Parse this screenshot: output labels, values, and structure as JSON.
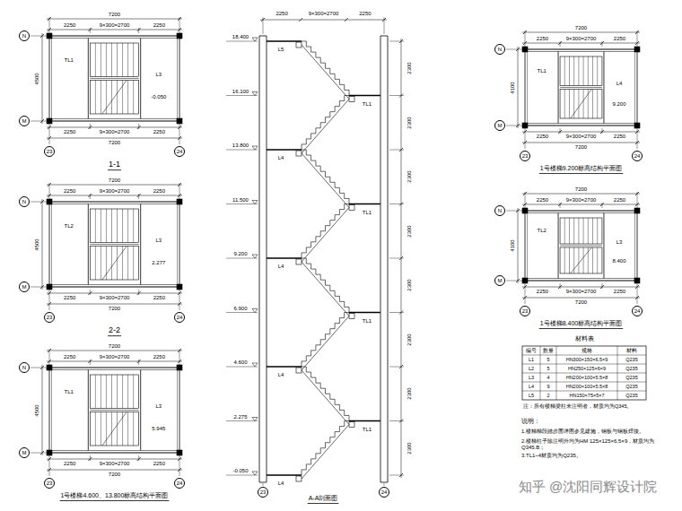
{
  "diagram": {
    "nodes": [
      {
        "text": [
          "N"
        ]
      },
      {
        "text": [
          "M"
        ]
      },
      {
        "text": [
          "23"
        ]
      },
      {
        "text": [
          "24"
        ]
      },
      {
        "text": [
          "N"
        ]
      },
      {
        "text": [
          "M"
        ]
      },
      {
        "text": [
          "23"
        ]
      },
      {
        "text": [
          "24"
        ]
      },
      {
        "text": [
          "N"
        ]
      },
      {
        "text": [
          "M"
        ]
      },
      {
        "text": [
          "23"
        ]
      },
      {
        "text": [
          "24"
        ]
      },
      {
        "text": [
          "23"
        ]
      },
      {
        "text": [
          "24"
        ]
      },
      {
        "text": [
          "N"
        ]
      },
      {
        "text": [
          "M"
        ]
      },
      {
        "text": [
          "23"
        ]
      },
      {
        "text": [
          "24"
        ]
      },
      {
        "text": [
          "N"
        ]
      },
      {
        "text": [
          "M"
        ]
      },
      {
        "text": [
          "23"
        ]
      },
      {
        "text": [
          "24"
        ]
      }
    ],
    "labels": [
      "7200",
      "2250",
      "9×300=2700",
      "2250",
      "4500",
      "2250",
      "9×300=2700",
      "2250",
      "7200",
      "1-1",
      "TL1",
      "L3",
      "-0.050",
      "7200",
      "2250",
      "9×300=2700",
      "2250",
      "4500",
      "2250",
      "9×300=2700",
      "2250",
      "7200",
      "2-2",
      "TL2",
      "L3",
      "2.277",
      "7200",
      "2250",
      "9×300=2700",
      "2250",
      "4500",
      "2250",
      "9×300=2700",
      "2250",
      "7200",
      "1号楼梯4.600、13.800标高结构平面图",
      "TL1",
      "L3",
      "5.945",
      "2250",
      "9×300=2700",
      "2250",
      "-0.050",
      "2.275",
      "4.600",
      "6.900",
      "9.200",
      "11.500",
      "13.800",
      "16.100",
      "18.400",
      "2300",
      "2300",
      "2300",
      "2300",
      "2300",
      "2300",
      "2300",
      "2300",
      "L4",
      "TL1",
      "L4",
      "TL1",
      "L4",
      "TL1",
      "L4",
      "TL1",
      "L5",
      "A-A剖面图",
      "7200",
      "2250",
      "9×300=2700",
      "2250",
      "4100",
      "2250",
      "9×300=2700",
      "2250",
      "7200",
      "1号楼梯9.200标高结构平面图",
      "TL1",
      "L4",
      "9.200",
      "7200",
      "2250",
      "9×300=2700",
      "2250",
      "4100",
      "2250",
      "9×300=2700",
      "2250",
      "7200",
      "1号楼梯8.400标高结构平面图",
      "TL2",
      "L3",
      "8.400",
      "材料表",
      "编号",
      "数量",
      "规格",
      "材料",
      "L1",
      "5",
      "HN300×150×6.5×9",
      "Q235",
      "L2",
      "5",
      "HN250×125×6×9",
      "Q235",
      "L3",
      "4",
      "HN200×100×5.5×8",
      "Q235",
      "L4",
      "9",
      "HN200×100×5.5×8",
      "Q235",
      "L5",
      "2",
      "HN150×75×5×7",
      "Q235",
      "注：所有楼梯梁柱未注明者，材质均为Q345。",
      "说明：",
      "1.楼梯梯段踏步面详图参见建施，钢板与钢板焊接。",
      "2.楼梯柱子除注明外均为HM 125×125×6.5×9，材质均为Q345.B；",
      "3.TL1~4材质均为Q235。",
      "知乎 @沈阳同辉设计院"
    ]
  }
}
